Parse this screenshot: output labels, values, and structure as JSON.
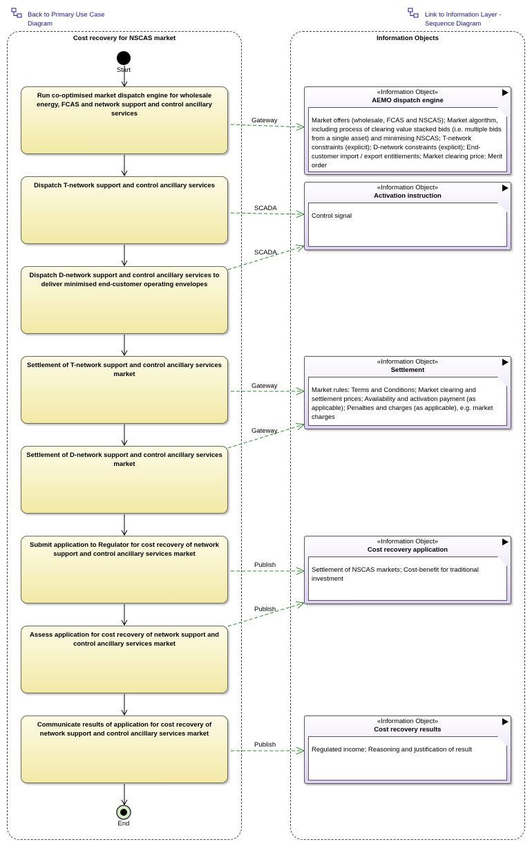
{
  "links": {
    "left": "Back to Primary Use Case Diagram",
    "right": "Link to Information Layer - Sequence Diagram"
  },
  "lanes": {
    "left_title": "Cost recovery for NSCAS market",
    "right_title": "Information Objects"
  },
  "nodes": {
    "start": "Start",
    "end": "End"
  },
  "actions": [
    "Run co-optimised market dispatch engine for wholesale energy, FCAS and network support and control ancillary services",
    "Dispatch T-network support and control ancillary services",
    "Dispatch D-network support and control ancillary services to deliver minimised end-customer operating envelopes",
    "Settlement of T-network support and control ancillary services market",
    "Settlement of D-network support and control ancillary services market",
    "Submit application to Regulator for cost recovery of network support and control ancillary services market",
    "Assess application for cost recovery of network support and control ancillary services market",
    "Communicate results of application for cost recovery of network support and control ancillary services market"
  ],
  "info_objects": [
    {
      "stereotype": "«Information Object»",
      "name": "AEMO dispatch engine",
      "note": "Market offers (wholesale, FCAS and NSCAS); Market algorithm, including process of clearing value stacked bids (i.e. multiple bids from a single asset) and minimising NSCAS; T-network constraints (explicit); D-network constraints (explicit); End-customer import / export entitlements; Market clearing price; Merit order"
    },
    {
      "stereotype": "«Information Object»",
      "name": "Activation instruction",
      "note": "Control signal"
    },
    {
      "stereotype": "«Information Object»",
      "name": "Settlement",
      "note": "Market rules: Terms and Conditions; Market clearing and settlement prices; Availability and activation payment (as applicable); Penalties and charges (as applicable), e.g. market charges"
    },
    {
      "stereotype": "«Information Object»",
      "name": "Cost recovery application",
      "note": "Settlement of NSCAS markets; Cost-benefit for traditional investment"
    },
    {
      "stereotype": "«Information Object»",
      "name": "Cost recovery results",
      "note": "Regulated income; Reasoning and justification of result"
    }
  ],
  "flows": [
    "Gateway",
    "SCADA",
    "SCADA",
    "Gateway",
    "Gateway",
    "Publish",
    "Publish",
    "Publish"
  ],
  "colors": {
    "action_fill": "#f2e9a6",
    "info_fill": "#ddd0f3",
    "flow_line": "#2e8b2e",
    "link_text": "#1a1a9c"
  }
}
